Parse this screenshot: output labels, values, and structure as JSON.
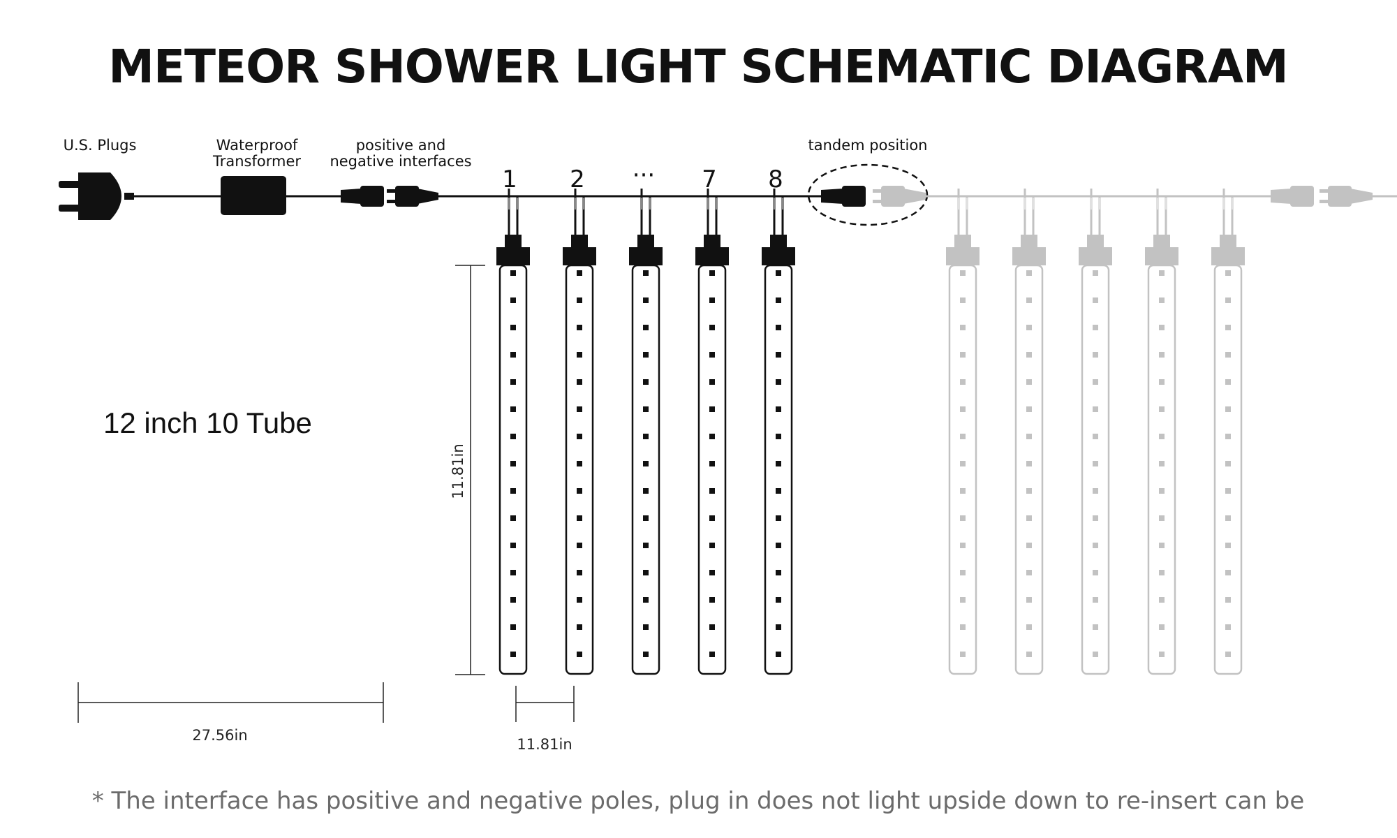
{
  "title": "METEOR SHOWER LIGHT SCHEMATIC DIAGRAM",
  "labels": {
    "plug": "U.S. Plugs",
    "transformer_line1": "Waterproof",
    "transformer_line2": "Transformer",
    "interfaces_line1": "positive and",
    "interfaces_line2": "negative interfaces",
    "tandem": "tandem position"
  },
  "tube_numbers": [
    "1",
    "2",
    "···",
    "7",
    "8"
  ],
  "spec": "12 inch 10 Tube",
  "dimensions": {
    "tube_height": "11.81in",
    "lead_length": "27.56in",
    "tube_spacing": "11.81in"
  },
  "footnote": "* The interface has positive and negative poles, plug in does not light upside down to re-insert can be",
  "colors": {
    "active": "#111111",
    "faded": "#c2c2c2",
    "note": "#6b6b6b"
  },
  "leds_per_tube": 15
}
